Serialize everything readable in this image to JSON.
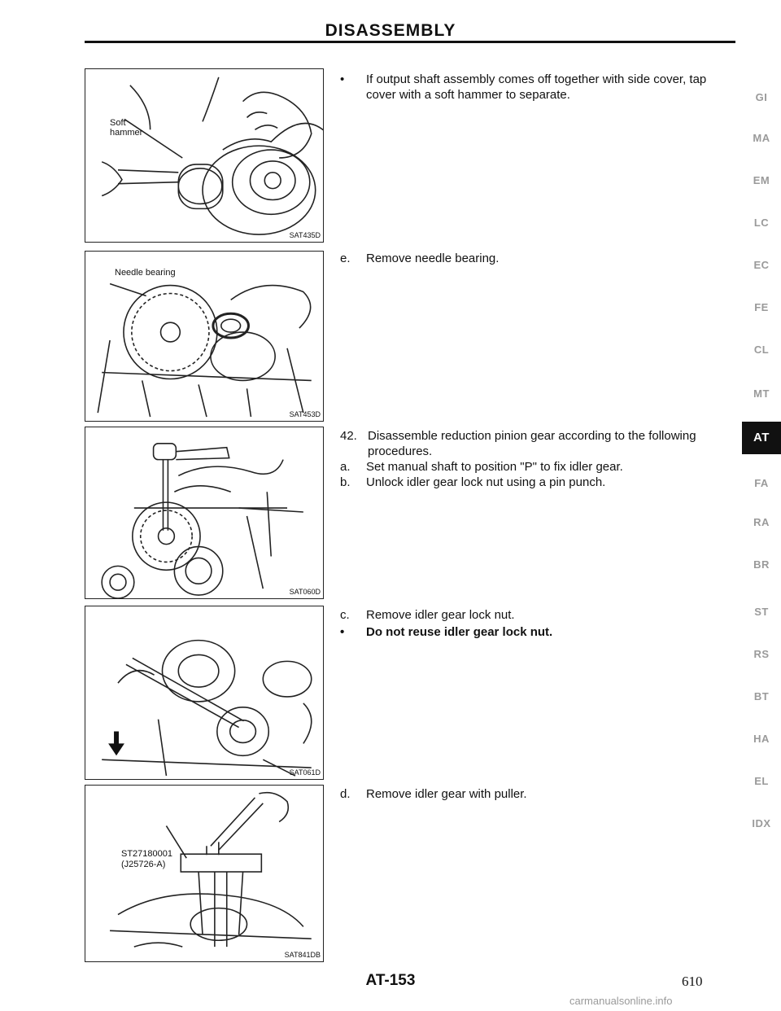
{
  "header": {
    "title": "DISASSEMBLY"
  },
  "figures": [
    {
      "code": "SAT435D",
      "labels": [
        "Soft",
        "hammer"
      ]
    },
    {
      "code": "SAT453D",
      "labels": [
        "Needle bearing"
      ]
    },
    {
      "code": "SAT060D",
      "labels": []
    },
    {
      "code": "SAT061D",
      "labels": []
    },
    {
      "code": "SAT841DB",
      "labels": [
        "ST27180001",
        "(J25726-A)"
      ]
    }
  ],
  "steps": [
    {
      "marker": "•",
      "text": "If output shaft assembly comes off together with side cover, tap cover with a soft hammer to separate."
    },
    {
      "marker": "e.",
      "text": "Remove needle bearing."
    },
    {
      "marker": "42.",
      "text": "Disassemble reduction pinion gear according to the following procedures."
    },
    {
      "marker": "a.",
      "text": "Set manual shaft to position \"P\" to fix idler gear."
    },
    {
      "marker": "b.",
      "text": "Unlock idler gear lock nut using a pin punch."
    },
    {
      "marker": "c.",
      "text": "Remove idler gear lock nut."
    },
    {
      "marker": "•",
      "text": "Do not reuse idler gear lock nut."
    },
    {
      "marker": "d.",
      "text": "Remove idler gear with puller."
    }
  ],
  "side_tabs": [
    "GI",
    "MA",
    "EM",
    "LC",
    "EC",
    "FE",
    "CL",
    "MT",
    "AT",
    "FA",
    "RA",
    "BR",
    "ST",
    "RS",
    "BT",
    "HA",
    "EL",
    "IDX"
  ],
  "active_tab": "AT",
  "footer": {
    "section_page": "AT-153",
    "page_number": "610",
    "watermark": "carmanualsonline.info"
  }
}
